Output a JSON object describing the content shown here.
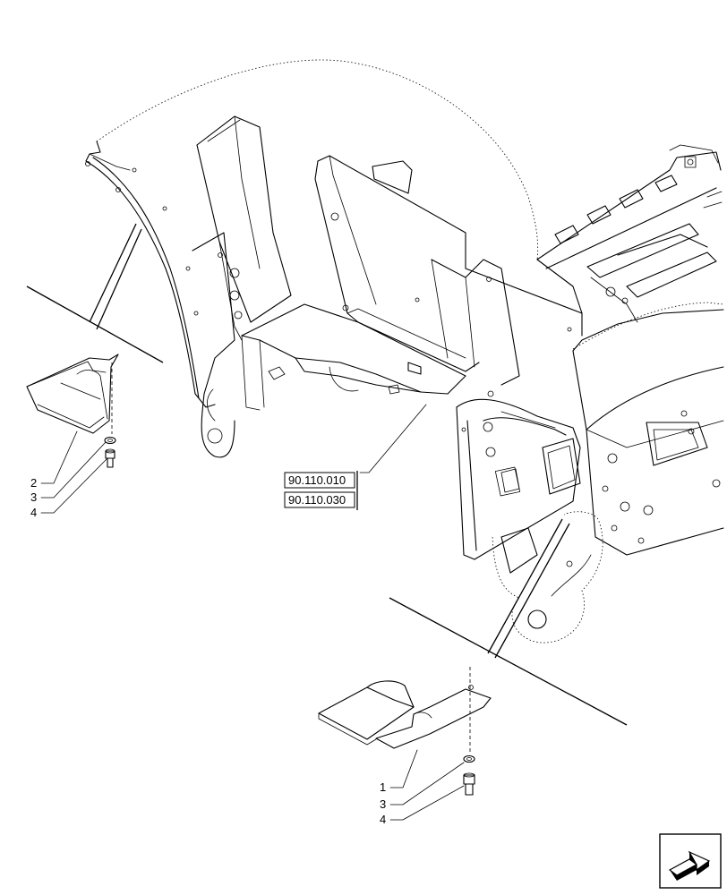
{
  "references": [
    "90.110.010",
    "90.110.030"
  ],
  "callouts_left": [
    "2",
    "3",
    "4"
  ],
  "callouts_right": [
    "1",
    "3",
    "4"
  ],
  "nav_icon": "next-page-arrow-icon"
}
